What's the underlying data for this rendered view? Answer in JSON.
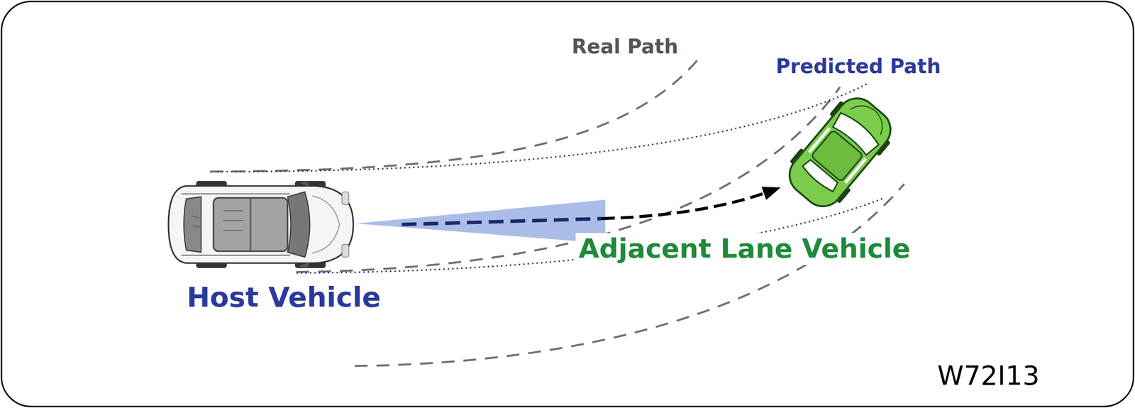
{
  "diagram": {
    "nodes": [
      {
        "text": [
          "Host Vehicle"
        ]
      },
      {
        "text": [
          "Adjacent Lane Vehicle"
        ]
      }
    ],
    "edges": [
      {
        "from": 0,
        "to": 1,
        "arrow": "to"
      }
    ],
    "labels": [
      "Real Path",
      "Predicted Path",
      "W72I13"
    ]
  }
}
